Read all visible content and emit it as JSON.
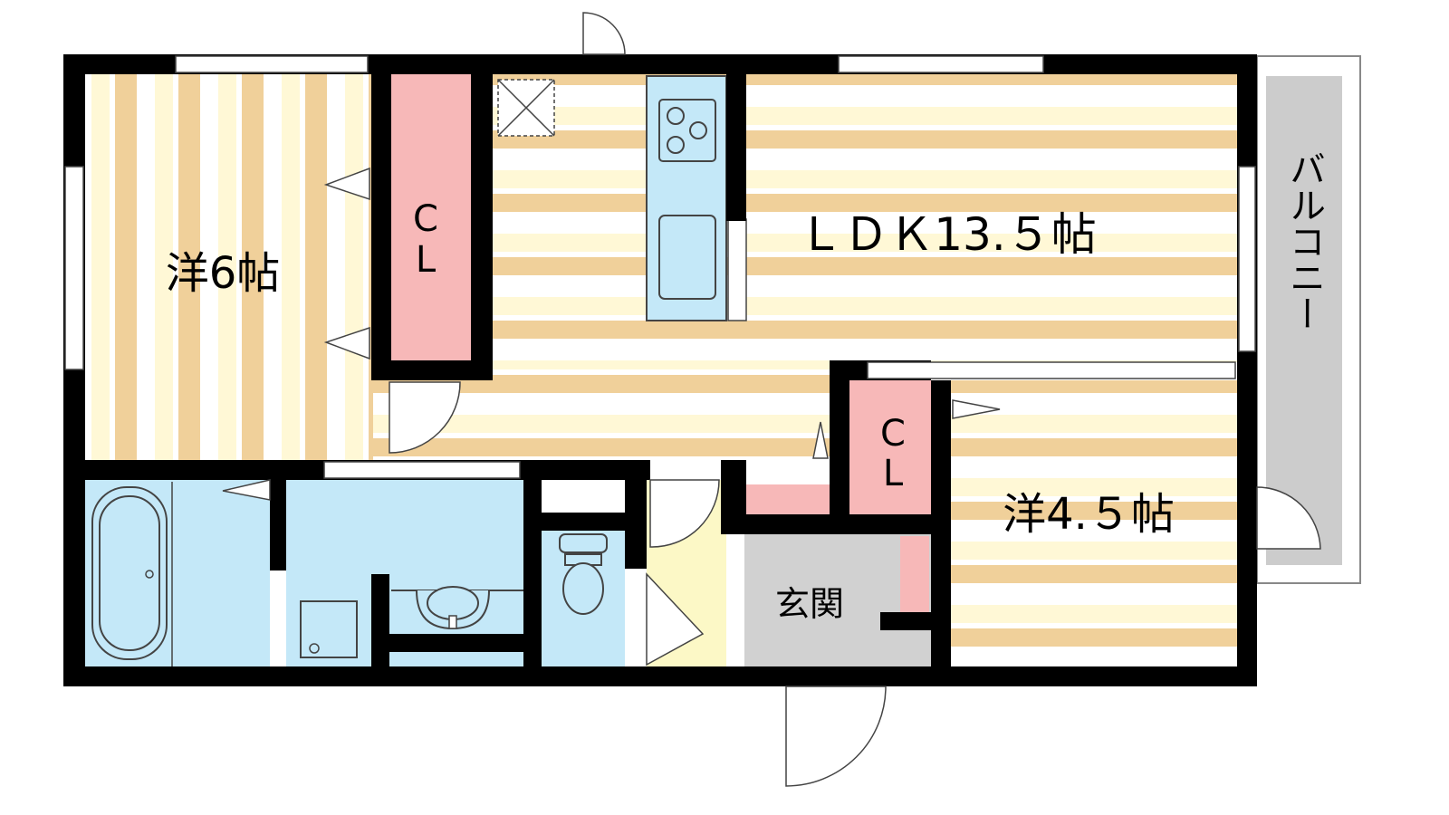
{
  "floor_plan": {
    "rooms": {
      "western_room_left": "洋6帖",
      "ldk": "ＬＤＫ13.５帖",
      "western_room_right": "洋4.５帖",
      "entrance": "玄関",
      "balcony": "バルコニー"
    },
    "closets": {
      "closet_left": {
        "line1": "C",
        "line2": "L"
      },
      "closet_right": {
        "line1": "C",
        "line2": "L"
      }
    },
    "colors": {
      "wall": "#000000",
      "floor_stripe": "#f0d09a",
      "floor_light": "#fff8d6",
      "closet": "#f7b8b8",
      "wet_area": "#c4e8f8",
      "entrance_floor": "#d1d1d1",
      "balcony": "#cccccc",
      "hallway": "#fcf8c6"
    }
  }
}
